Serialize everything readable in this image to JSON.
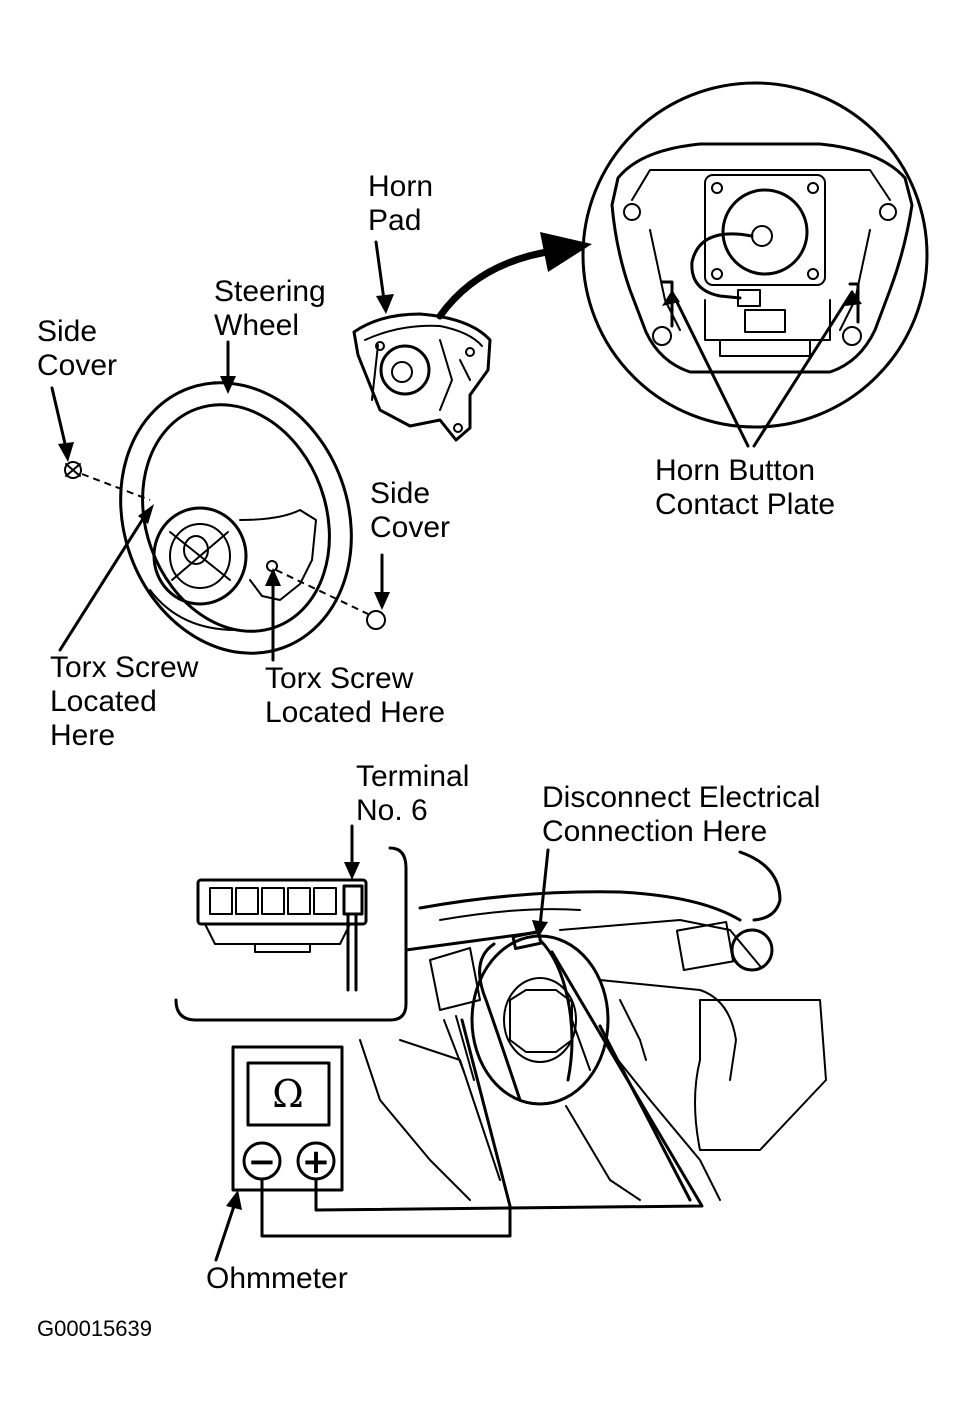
{
  "labels": {
    "horn_pad": [
      "Horn",
      "Pad"
    ],
    "steering_wheel": [
      "Steering",
      "Wheel"
    ],
    "side_cover_left": [
      "Side",
      "Cover"
    ],
    "side_cover_right": [
      "Side",
      "Cover"
    ],
    "horn_button_contact_plate": [
      "Horn Button",
      "Contact Plate"
    ],
    "torx_screw_left": [
      "Torx Screw",
      "Located",
      "Here"
    ],
    "torx_screw_right": [
      "Torx Screw",
      "Located Here"
    ],
    "terminal_no6": [
      "Terminal",
      "No. 6"
    ],
    "disconnect_connection": [
      "Disconnect Electrical",
      "Connection Here"
    ],
    "ohmmeter": "Ohmmeter",
    "figure_code": "G00015639"
  },
  "meter": {
    "display_symbol": "Ω",
    "negative_symbol": "−",
    "positive_symbol": "+"
  },
  "icons": [
    "steering-wheel-icon",
    "horn-pad-icon",
    "contact-plate-magnified-icon",
    "ohmmeter-icon",
    "connector-inset-icon",
    "dashboard-column-icon"
  ]
}
